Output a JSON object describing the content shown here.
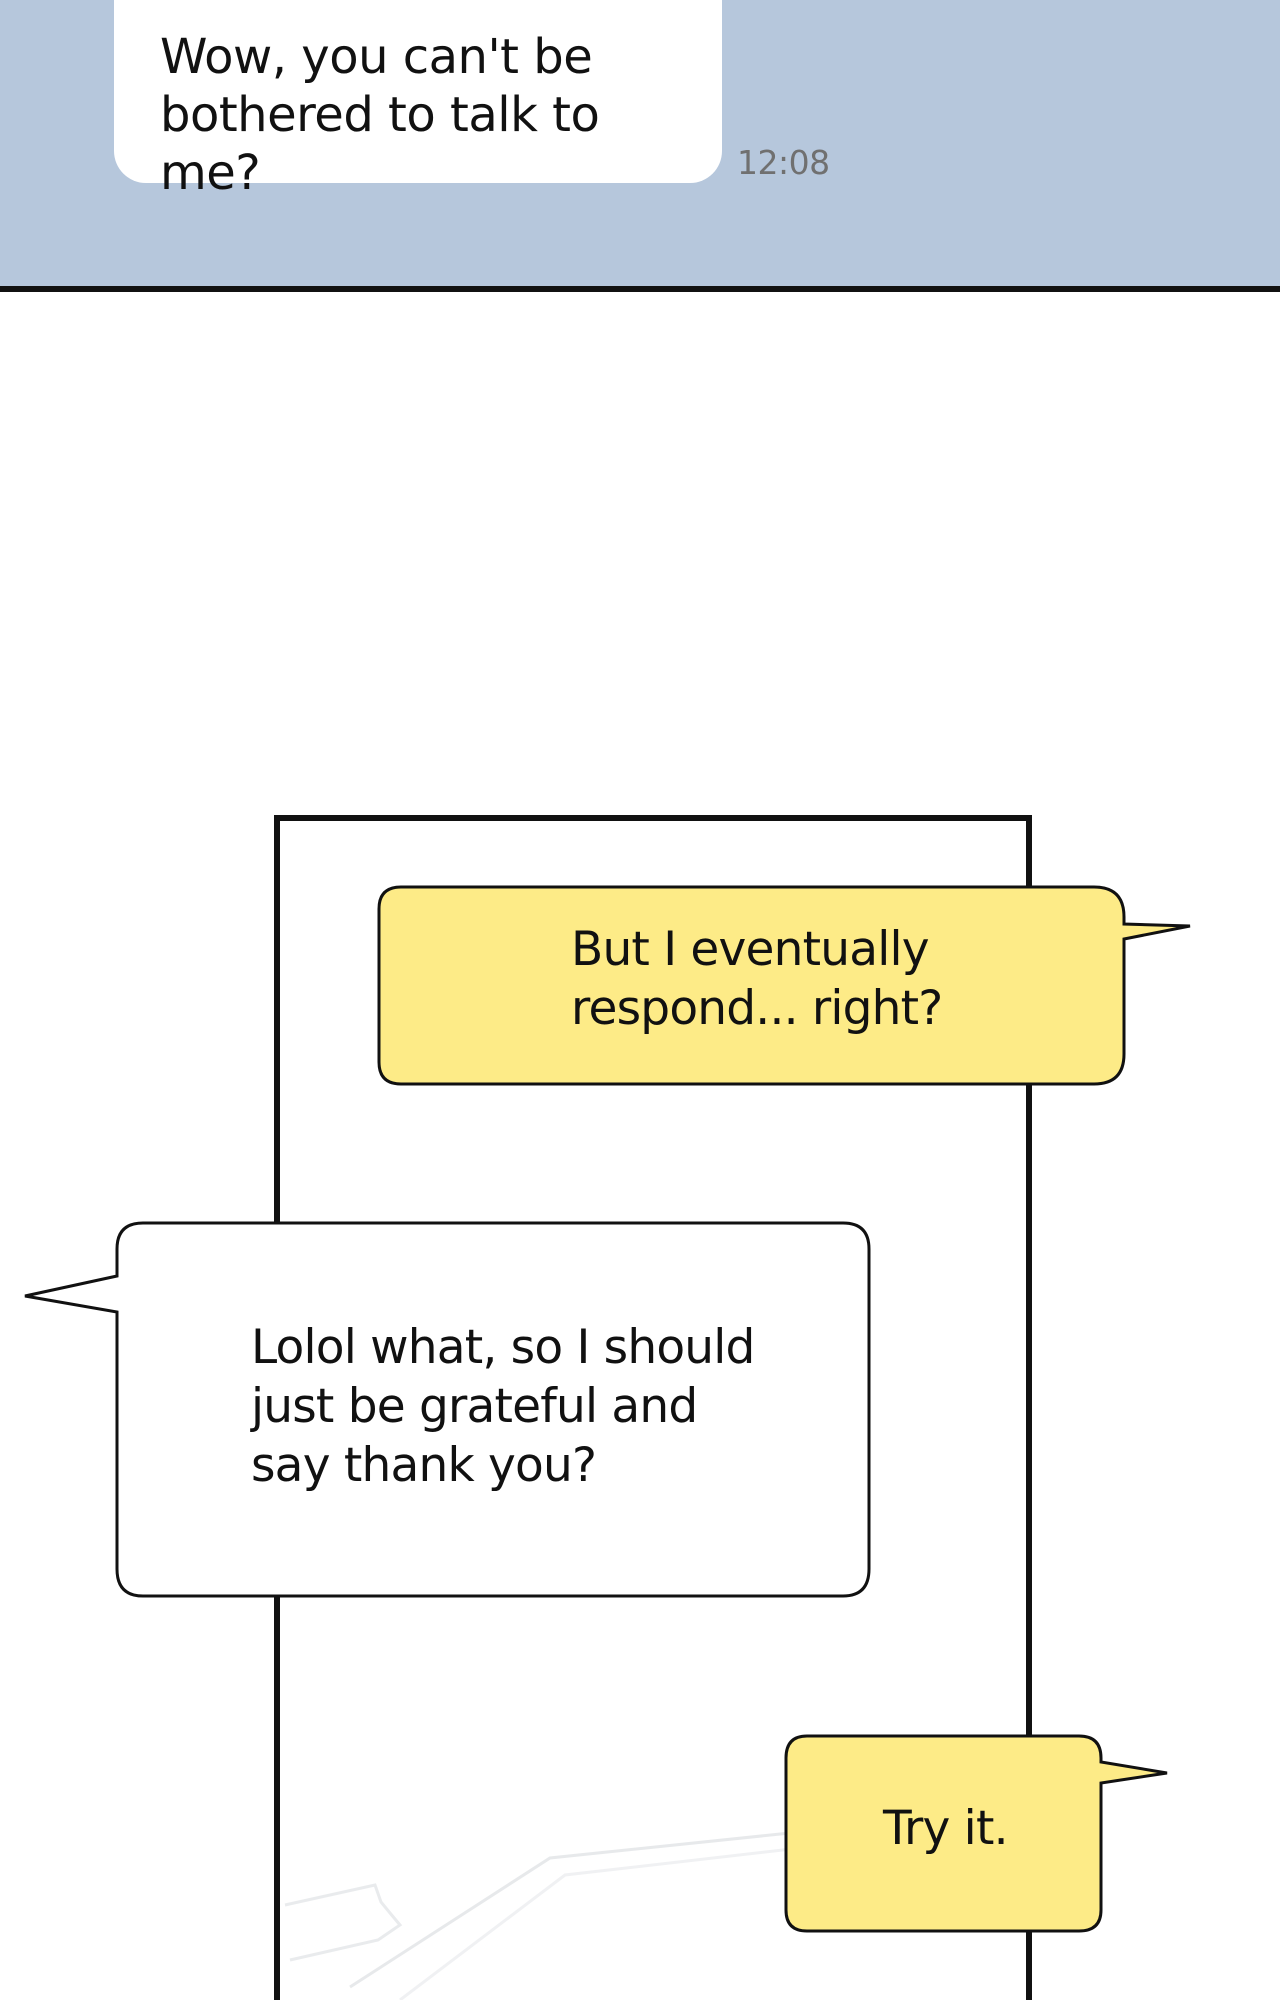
{
  "chat": {
    "message": "Wow, you can't be\nbothered to talk to me?",
    "time": "12:08",
    "panel_color": "#b6c7dc"
  },
  "speech_bubbles": [
    {
      "text": "But I eventually\nrespond... right?",
      "fill": "#fdeb87"
    },
    {
      "text": "Lolol what, so I should\njust be grateful and\nsay thank you?",
      "fill": "#ffffff"
    },
    {
      "text": "Try it.",
      "fill": "#fdeb87"
    }
  ],
  "icons": {
    "phone": "phone-outline"
  }
}
